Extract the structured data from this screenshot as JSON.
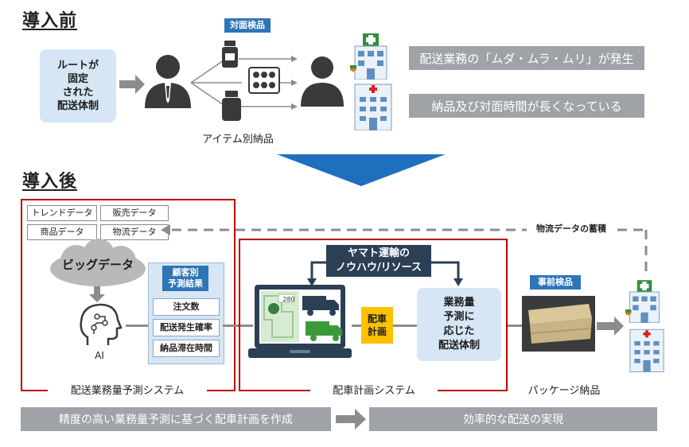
{
  "before": {
    "title": "導入前",
    "fixed_route": [
      "ルートが",
      "固定",
      "された",
      "配送体制"
    ],
    "face_inspection_label": "対面検品",
    "item_delivery_label": "アイテム別納品",
    "issue_1": "配送業務の「ムダ・ムラ・ムリ」が発生",
    "issue_2": "納品及び対面時間が長くなっている"
  },
  "after": {
    "title": "導入後",
    "data_tags": [
      "トレンドデータ",
      "販売データ",
      "商品データ",
      "物流データ"
    ],
    "bigdata_label": "ビッグデータ",
    "ai_label": "AI",
    "customer_pred_title": [
      "顧客別",
      "予測結果"
    ],
    "pred_items": [
      "注文数",
      "配送発生確率",
      "納品滞在時間"
    ],
    "system1_label": "配送業務量予測システム",
    "yamato_label": [
      "ヤマト運輸の",
      "ノウハウ/リソース"
    ],
    "dispatch_label": [
      "配車",
      "計画"
    ],
    "workload_box": [
      "業務量",
      "予測に",
      "応じた",
      "配送体制"
    ],
    "system2_label": "配車計画システム",
    "logistics_accum_label": "物流データの蓄積",
    "pre_inspection_label": "事前検品",
    "package_delivery_label": "パッケージ納品",
    "screen_number": "280",
    "bottom_left": "精度の高い業務量予測に基づく配車計画を作成",
    "bottom_right": "効率的な配送の実現"
  },
  "colors": {
    "accent_blue": "#2e75b6",
    "light_blue": "#d6e6f4",
    "red_frame": "#c00000",
    "gray_bar": "#9fa2a6",
    "yellow": "#ffc000",
    "dark_navy": "#2b3f55"
  },
  "icons": [
    "person-icon",
    "pill-bottle-icon",
    "pill-pack-icon",
    "hospital-icon",
    "cloud-icon",
    "ai-head-icon",
    "laptop-icon",
    "truck-icon",
    "package-icon"
  ]
}
